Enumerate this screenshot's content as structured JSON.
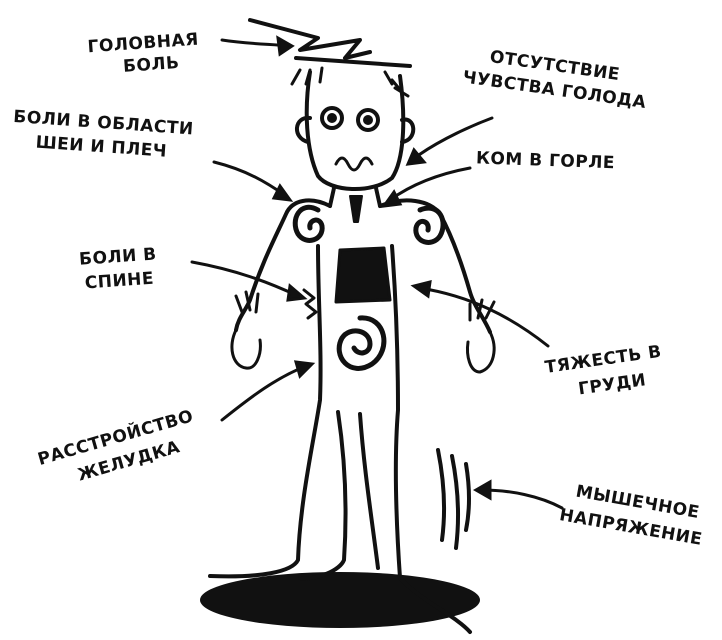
{
  "labels": {
    "headache": [
      "ГОЛОВНАЯ",
      "БОЛЬ"
    ],
    "no_appetite": [
      "ОТСУТСТВИЕ",
      "ЧУВСТВА ГОЛОДА"
    ],
    "neck_shoulder": [
      "БОЛИ В ОБЛАСТИ",
      "ШЕИ И ПЛЕЧ"
    ],
    "throat_lump": [
      "КОМ В ГОРЛЕ"
    ],
    "back_pain": [
      "БОЛИ В",
      "СПИНЕ"
    ],
    "chest_heaviness": [
      "ТЯЖЕСТЬ В",
      "ГРУДИ"
    ],
    "stomach_upset": [
      "РАССТРОЙСТВО",
      "ЖЕЛУДКА"
    ],
    "muscle_tension": [
      "МЫШЕЧНОЕ",
      "НАПРЯЖЕНИЕ"
    ]
  }
}
